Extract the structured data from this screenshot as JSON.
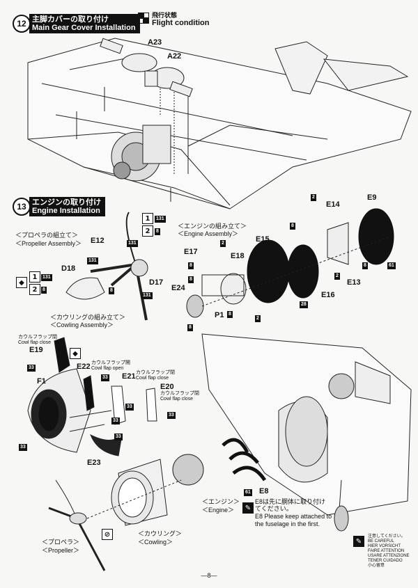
{
  "step12": {
    "number": "12",
    "title_jp": "主脚カバーの取り付け",
    "title_en": "Main Gear Cover Installation",
    "condition_jp": "飛行状態",
    "condition_en": "Flight condition",
    "parts": [
      "A23",
      "A22"
    ]
  },
  "step13": {
    "number": "13",
    "title_jp": "エンジンの取り付け",
    "title_en": "Engine Installation",
    "propeller_assembly_jp": "＜プロペラの組立て＞",
    "propeller_assembly_en": "＜Propeller Assembly＞",
    "engine_assembly_jp": "＜エンジンの組み立て＞",
    "engine_assembly_en": "＜Engine Assembly＞",
    "cowling_assembly_jp": "＜カウリングの組み立て＞",
    "cowling_assembly_en": "＜Cowling Assembly＞",
    "parts": {
      "e12": "E12",
      "d18": "D18",
      "d17": "D17",
      "e14": "E14",
      "e9": "E9",
      "e15": "E15",
      "e17": "E17",
      "e18": "E18",
      "e24": "E24",
      "p1": "P1",
      "e16": "E16",
      "e13": "E13",
      "e19": "E19",
      "e22": "E22",
      "f1": "F1",
      "e21": "E21",
      "e20": "E20",
      "e23": "E23",
      "e8": "E8"
    },
    "cowl_flap_close_jp": "カウルフラップ閉",
    "cowl_flap_close_en": "Cowl flap close",
    "cowl_flap_open_jp": "カウルフラップ開",
    "cowl_flap_open_en": "Cowl flap open",
    "engine_jp": "＜エンジン＞",
    "engine_en": "＜Engine＞",
    "cowling_jp": "＜カウリング＞",
    "cowling_en": "＜Cowling＞",
    "propeller_jp": "＜プロペラ＞",
    "propeller_en": "＜Propeller＞",
    "e8_note_jp": "E8は先に胴体に取り付けてください。",
    "e8_note_en_1": "E8 Please keep attached to",
    "e8_note_en_2": "the fuselage in the first."
  },
  "paint_codes": [
    "131",
    "8",
    "2",
    "33",
    "28",
    "61"
  ],
  "caution": {
    "lines": [
      "注意してください。",
      "BE CAREFUL",
      "HIER VORSICHT",
      "FAIRE ATTENTION",
      "USARE ATTENZIONE",
      "TENER CUIDADO",
      "小心留意"
    ]
  },
  "page_number": "—8—"
}
